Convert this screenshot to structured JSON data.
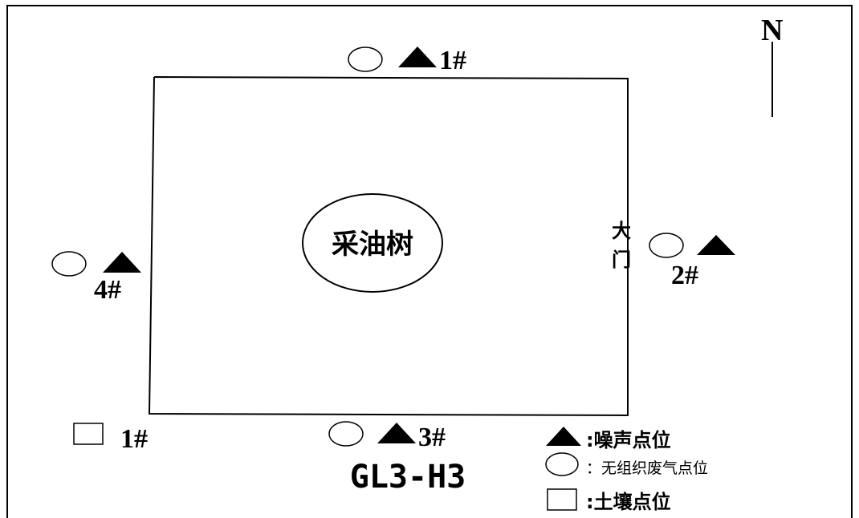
{
  "north": {
    "label": "N"
  },
  "site": {
    "center_label": "采油树",
    "gate_label_top": "大",
    "gate_label_bottom": "门",
    "site_code": "GL3-H3"
  },
  "points": {
    "p1": "1#",
    "p2": "2#",
    "p3": "3#",
    "p4": "4#",
    "soil1": "1#"
  },
  "legend": {
    "noise": ":噪声点位",
    "air": "：无组织废气点位",
    "soil": ":土壤点位"
  }
}
